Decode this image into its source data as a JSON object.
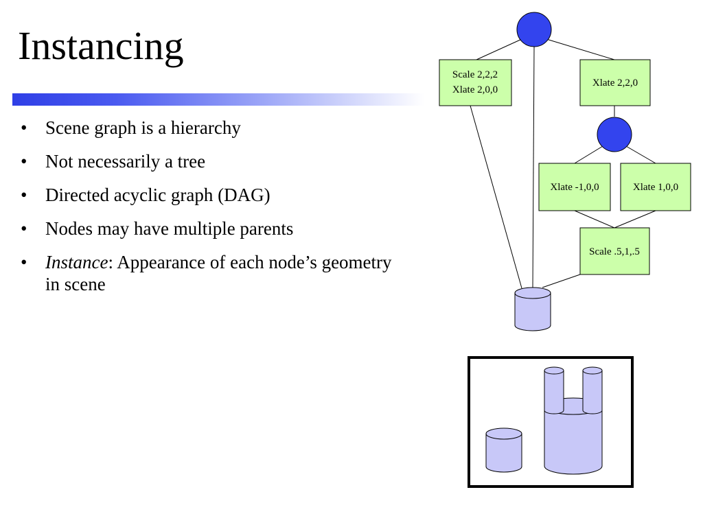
{
  "slide": {
    "title": "Instancing",
    "bullets": [
      {
        "text": "Scene graph is a hierarchy"
      },
      {
        "text": "Not necessarily a tree"
      },
      {
        "text": "Directed acyclic graph (DAG)"
      },
      {
        "text": "Nodes may have multiple parents"
      },
      {
        "em": "Instance",
        "text": ": Appearance of each node’s geometry in scene"
      }
    ],
    "bullet_glyph": "•"
  },
  "diagram": {
    "nodes": {
      "scale_xlate_line1": "Scale 2,2,2",
      "scale_xlate_line2": "Xlate 2,0,0",
      "xlate_220": "Xlate 2,2,0",
      "xlate_neg100": "Xlate -1,0,0",
      "xlate_100": "Xlate 1,0,0",
      "scale_515": "Scale .5,1,.5"
    },
    "colors": {
      "group_node": "#3344ee",
      "transform_box": "#ccffaa",
      "geometry": "#c8c8f8",
      "outline": "#000000"
    }
  }
}
